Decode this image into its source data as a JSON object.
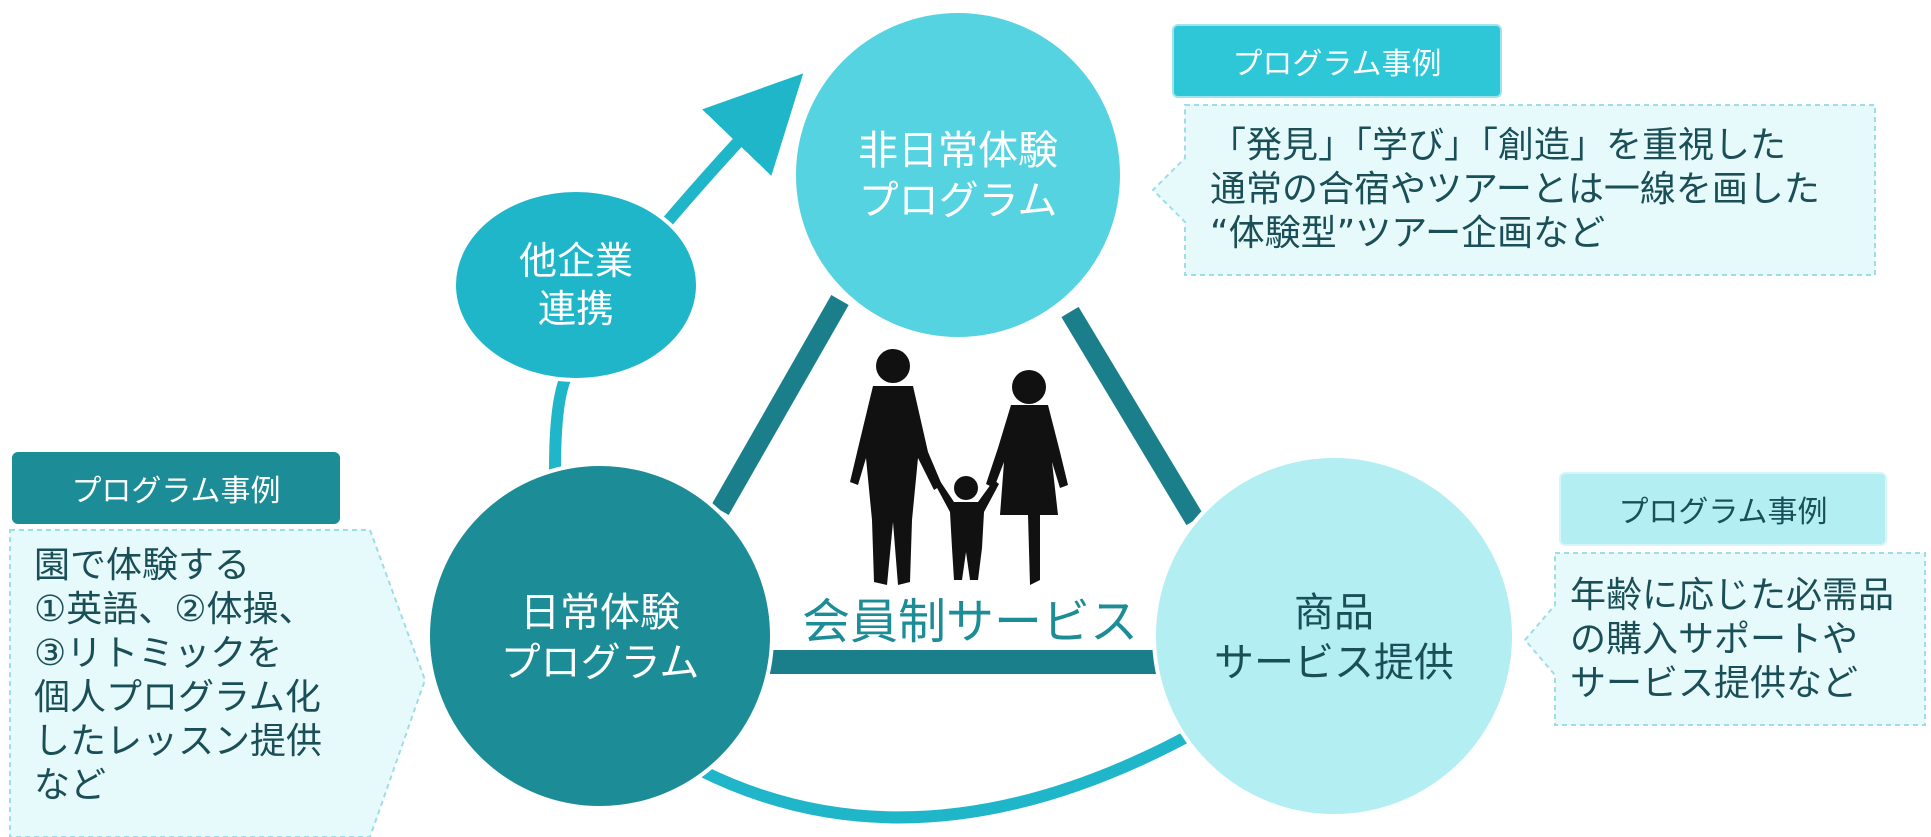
{
  "center_label": "会員制サービス",
  "nodes": {
    "top": {
      "lines": [
        "非日常体験",
        "プログラム"
      ]
    },
    "left": {
      "lines": [
        "日常体験",
        "プログラム"
      ]
    },
    "right": {
      "lines": [
        "商品",
        "サービス提供"
      ]
    },
    "partner": {
      "lines": [
        "他企業",
        "連携"
      ]
    }
  },
  "callouts": {
    "top": {
      "tag": "プログラム事例",
      "lines": [
        "「発見」「学び」「創造」を重視した",
        "通常の合宿やツアーとは一線を画した",
        "“体験型”ツアー企画など"
      ]
    },
    "left": {
      "tag": "プログラム事例",
      "lines": [
        "園で体験する",
        "①英語、②体操、",
        "③リトミックを",
        "個人プログラム化",
        "したレッスン提供",
        "など"
      ]
    },
    "right": {
      "tag": "プログラム事例",
      "lines": [
        "年齢に応じた必需品",
        "の購入サポートや",
        "サービス提供など"
      ]
    }
  },
  "colors": {
    "top_circle": "#56d3e1",
    "left_circle": "#1c8c97",
    "right_circle": "#b3eef3",
    "partner_circle": "#1fb6c9",
    "triangle_edges": "#1a7f8a",
    "arc": "#1fb6c9",
    "callout_bg": "#e6f9fb",
    "text_dark": "#1a4f57",
    "center_text": "#1c8c97"
  },
  "icons": [
    "family-silhouette-icon"
  ]
}
